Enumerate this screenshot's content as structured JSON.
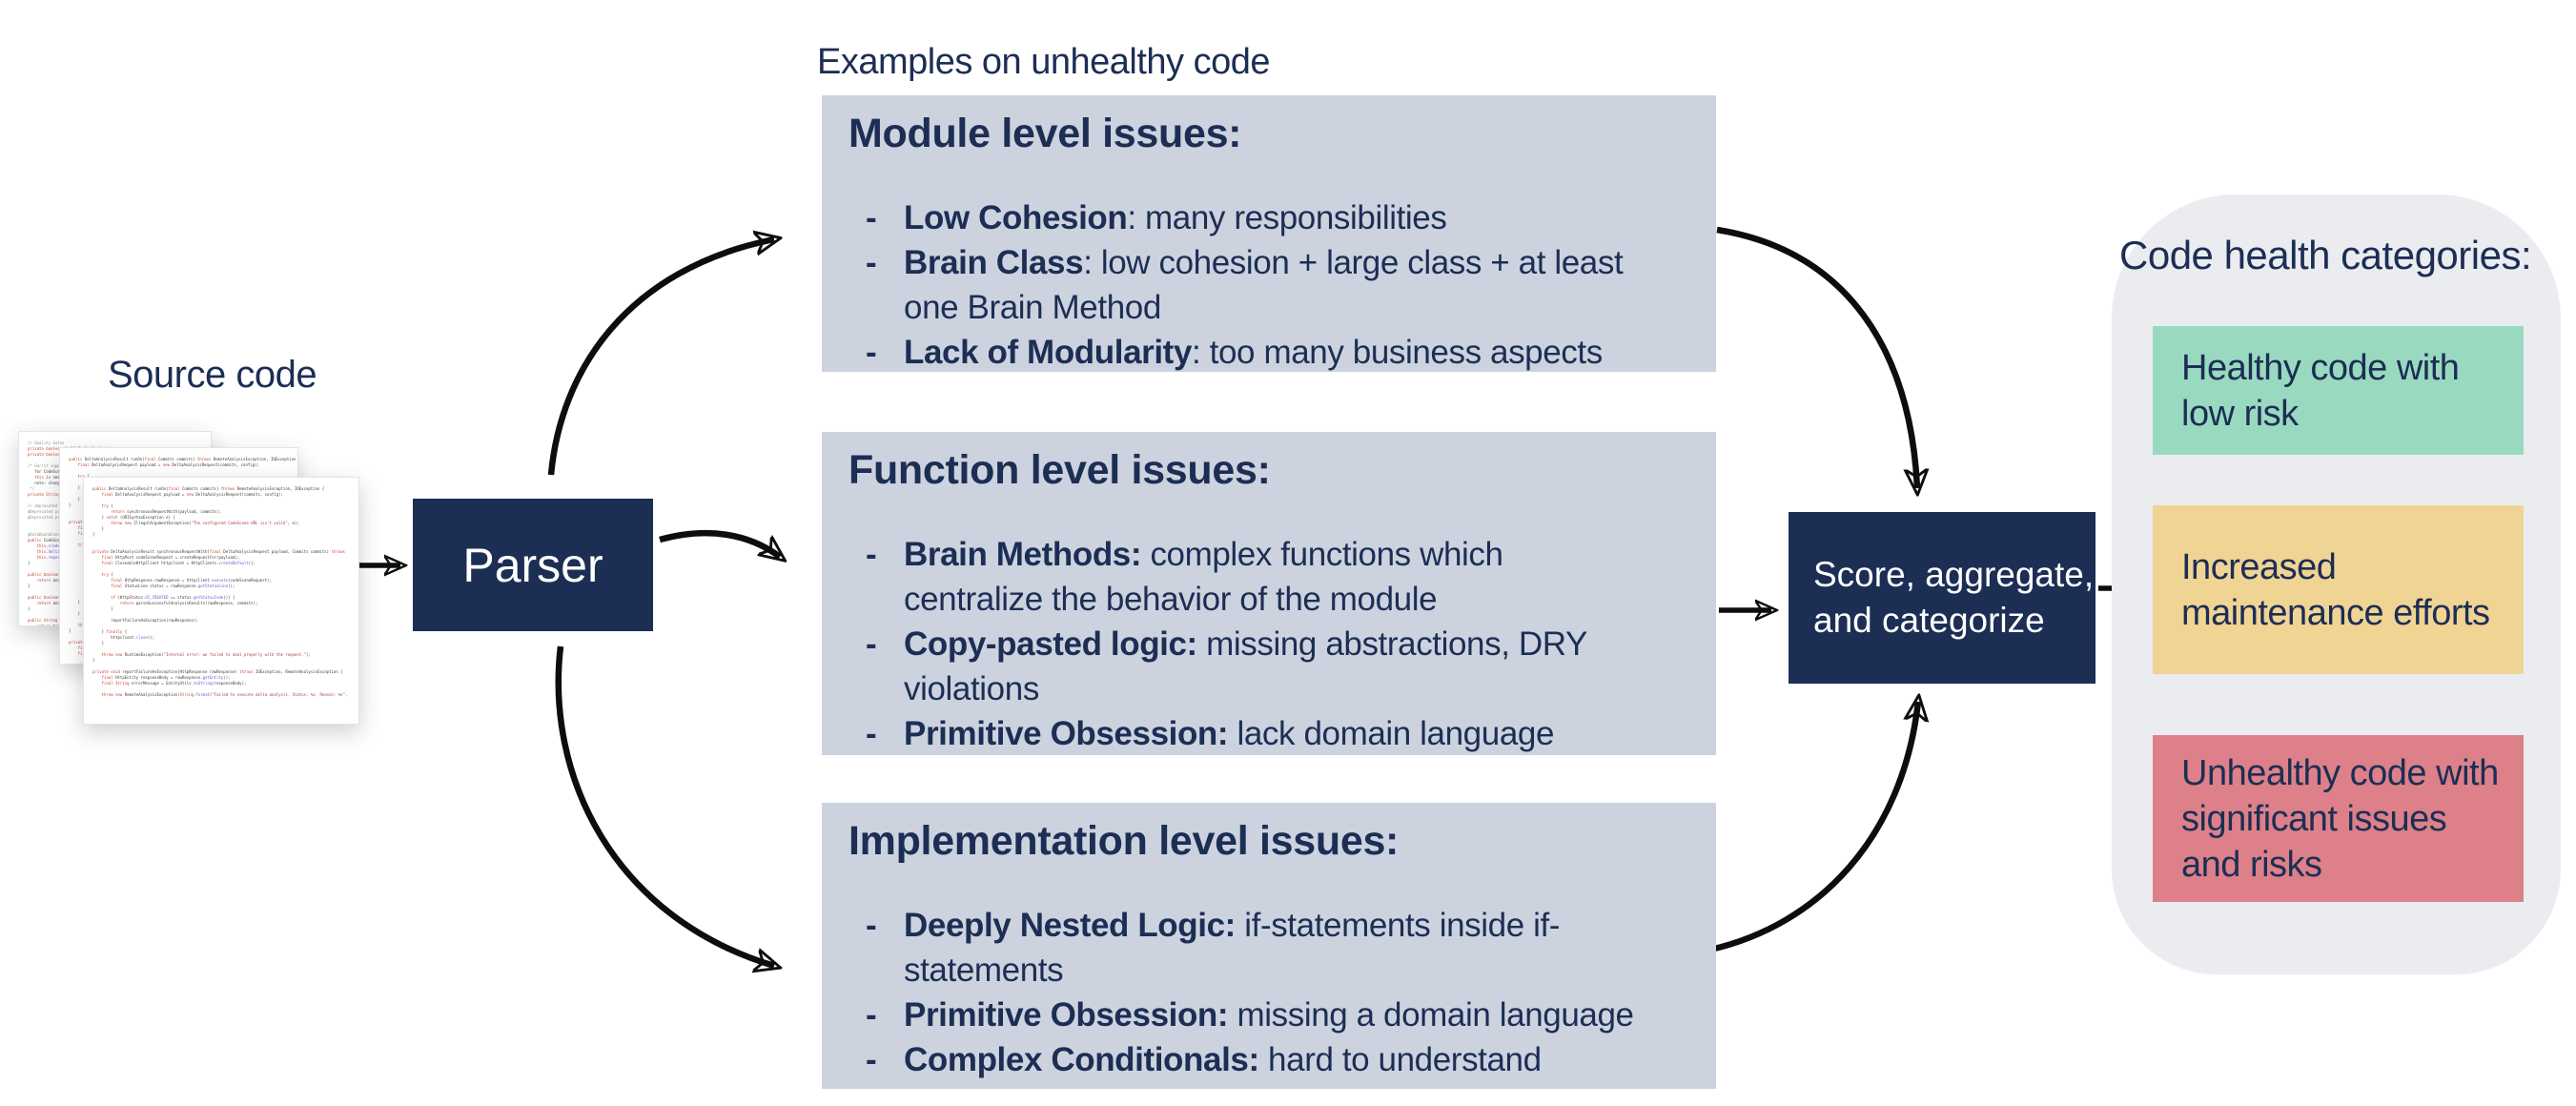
{
  "titles": {
    "examples": "Examples on unhealthy code",
    "source_code": "Source code",
    "categories": "Code health categories:"
  },
  "parser": {
    "label": "Parser"
  },
  "score_box": {
    "label": "Score, aggregate,\nand categorize"
  },
  "issue_boxes": [
    {
      "id": "module",
      "title": "Module level issues:",
      "items": [
        {
          "strong": "Low Cohesion",
          "text": ": many responsibilities"
        },
        {
          "strong": "Brain Class",
          "text": ": low cohesion + large class + at least\none Brain Method"
        },
        {
          "strong": "Lack of Modularity",
          "text": ": too many business aspects"
        }
      ]
    },
    {
      "id": "function",
      "title": "Function level issues:",
      "items": [
        {
          "strong": "Brain Methods:",
          "text": " complex functions which\ncentralize the behavior of the module"
        },
        {
          "strong": "Copy-pasted logic:",
          "text": " missing abstractions, DRY\nviolations"
        },
        {
          "strong": "Primitive Obsession:",
          "text": " lack domain language"
        }
      ]
    },
    {
      "id": "implementation",
      "title": "Implementation level issues:",
      "items": [
        {
          "strong": "Deeply Nested Logic:",
          "text": " if-statements inside if-\nstatements"
        },
        {
          "strong": "Primitive Obsession:",
          "text": " missing a domain language"
        },
        {
          "strong": "Complex Conditionals:",
          "text": " hard to understand"
        }
      ]
    }
  ],
  "categories": [
    {
      "label": "Healthy code with\nlow risk",
      "color": "#99d9bf"
    },
    {
      "label": "Increased\nmaintenance efforts",
      "color": "#f0d494"
    },
    {
      "label": "Unhealthy code with\nsignificant issues\nand risks",
      "color": "#dd8089"
    }
  ],
  "edges": [
    {
      "from": "source-code",
      "to": "parser"
    },
    {
      "from": "parser",
      "to": "module-issues"
    },
    {
      "from": "parser",
      "to": "function-issues"
    },
    {
      "from": "parser",
      "to": "implementation-issues"
    },
    {
      "from": "module-issues",
      "to": "score-box"
    },
    {
      "from": "function-issues",
      "to": "score-box"
    },
    {
      "from": "implementation-issues",
      "to": "score-box"
    },
    {
      "from": "score-box",
      "to": "code-health-categories"
    }
  ],
  "colors": {
    "navy": "#1c2e54",
    "box_bg": "#ccd3df",
    "panel_bg": "#ebecf0",
    "green": "#99d9bf",
    "yellow": "#f0d494",
    "red": "#dd8089",
    "arrow": "#0d0d0d",
    "white": "#ffffff"
  },
  "code": {
    "main": [
      "public DeltaAnalysisResult runOn(final Commits commits) throws RemoteAnalysisException, IOException {",
      "    final DeltaAnalysisRequest payload = new DeltaAnalysisRequest(commits, config);",
      "",
      "    try {",
      "        return synchronousRequestWith(payload, commits);",
      "    } catch (URISyntaxException e) {",
      "        throw new IllegalArgumentException(\"The configured CodeScene URL isn't valid\", e);",
      "    }",
      "}",
      "",
      "",
      "private DeltaAnalysisResult synchronousRequestWith(final DeltaAnalysisRequest payload, Commits commits) throws",
      "    final HttpPost codeSceneRequest = createRequestFor(payload);",
      "    final CloseableHttpClient httpclient = HttpClients.createDefault();",
      "",
      "    try {",
      "        final HttpResponse rawResponse = httpclient.execute(codeSceneRequest);",
      "        final StatusLine status = rawResponse.getStatusLine();",
      "",
      "        if (HttpStatus.SC_CREATED == status.getStatusCode()) {",
      "            return parseSuccessfulAnalysisResults(rawResponse, commits);",
      "        }",
      "",
      "        reportFailureAsException(rawResponse);",
      "",
      "    } finally {",
      "        httpclient.close();",
      "    }",
      "",
      "    throw new RuntimeException(\"Internal error: we failed to deal properly with the request.\");",
      "}",
      "",
      "private void reportFailureAsException(HttpResponse rawResponse) throws IOException, RemoteAnalysisException {",
      "    final HttpEntity responseBody = rawResponse.getEntity();",
      "    final String errorMessage = EntityUtils.toString(responseBody);",
      "",
      "    throw new RemoteAnalysisException(String.format(\"Failed to execute delta analysis. Status: %s, Reason: %s\","
    ],
    "side": [
      "// Quality Gates",
      "private boolean failOnFailedGoal = true;",
      "private boolean failOnDeclineCodeHealth = true;",
      "",
      "/* Gerrit support",
      "   for CodeScene",
      "   this is needed",
      "   note: change_requests",
      " */",
      "private String analysisUrl;",
      "",
      "// deprecated options",
      "@Deprecated private String username;",
      "@Deprecated private String password;",
      "",
      "",
      "@DataBoundConstructor",
      "public CodeSceneBuilder(...) {",
      "    this.credentialsId = credentialsId;",
      "    this.deltaAnalysisUrl = url;",
      "    this.repository = repository;",
      "}",
      "",
      "public boolean isAnalyzeLatestIndividually() {",
      "    return analyzeLatestIndividually;",
      "}",
      "",
      "public boolean isAnalyzeBranchDiff() {",
      "    return analyzeBranchDiff;",
      "}",
      "",
      "public String getBaseRevision() {",
      "    return baseRevision;",
      "}",
      "",
      "public boolean isMarkBuildAsUnstable() {",
      "    return markBuildAsUnstable;",
      "}"
    ]
  }
}
